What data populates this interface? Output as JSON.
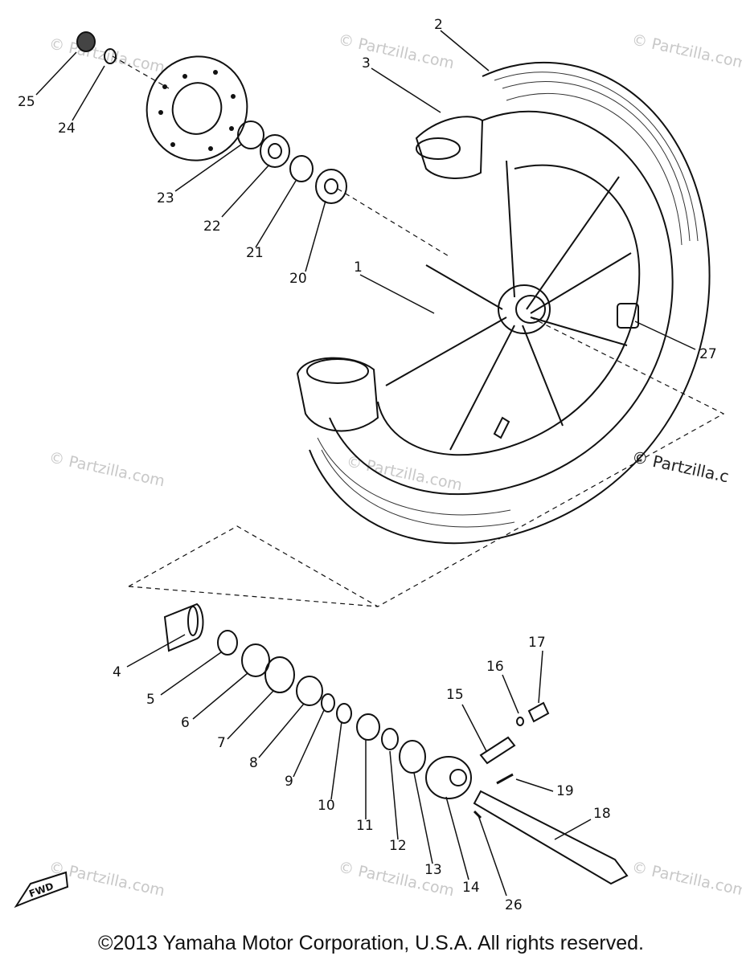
{
  "part_labels": {
    "p1": "1",
    "p2": "2",
    "p3": "3",
    "p4": "4",
    "p5": "5",
    "p6": "6",
    "p7": "7",
    "p8": "8",
    "p9": "9",
    "p10": "10",
    "p11": "11",
    "p12": "12",
    "p13": "13",
    "p14": "14",
    "p15": "15",
    "p16": "16",
    "p17": "17",
    "p18": "18",
    "p19": "19",
    "p20": "20",
    "p21": "21",
    "p22": "22",
    "p23": "23",
    "p24": "24",
    "p25": "25",
    "p26": "26",
    "p27": "27"
  },
  "watermark": "© Partzilla.com",
  "watermark_edge": "© Partzilla.c",
  "direction_badge": "FWD",
  "copyright": "©2013 Yamaha Motor Corporation, U.S.A. All rights reserved."
}
